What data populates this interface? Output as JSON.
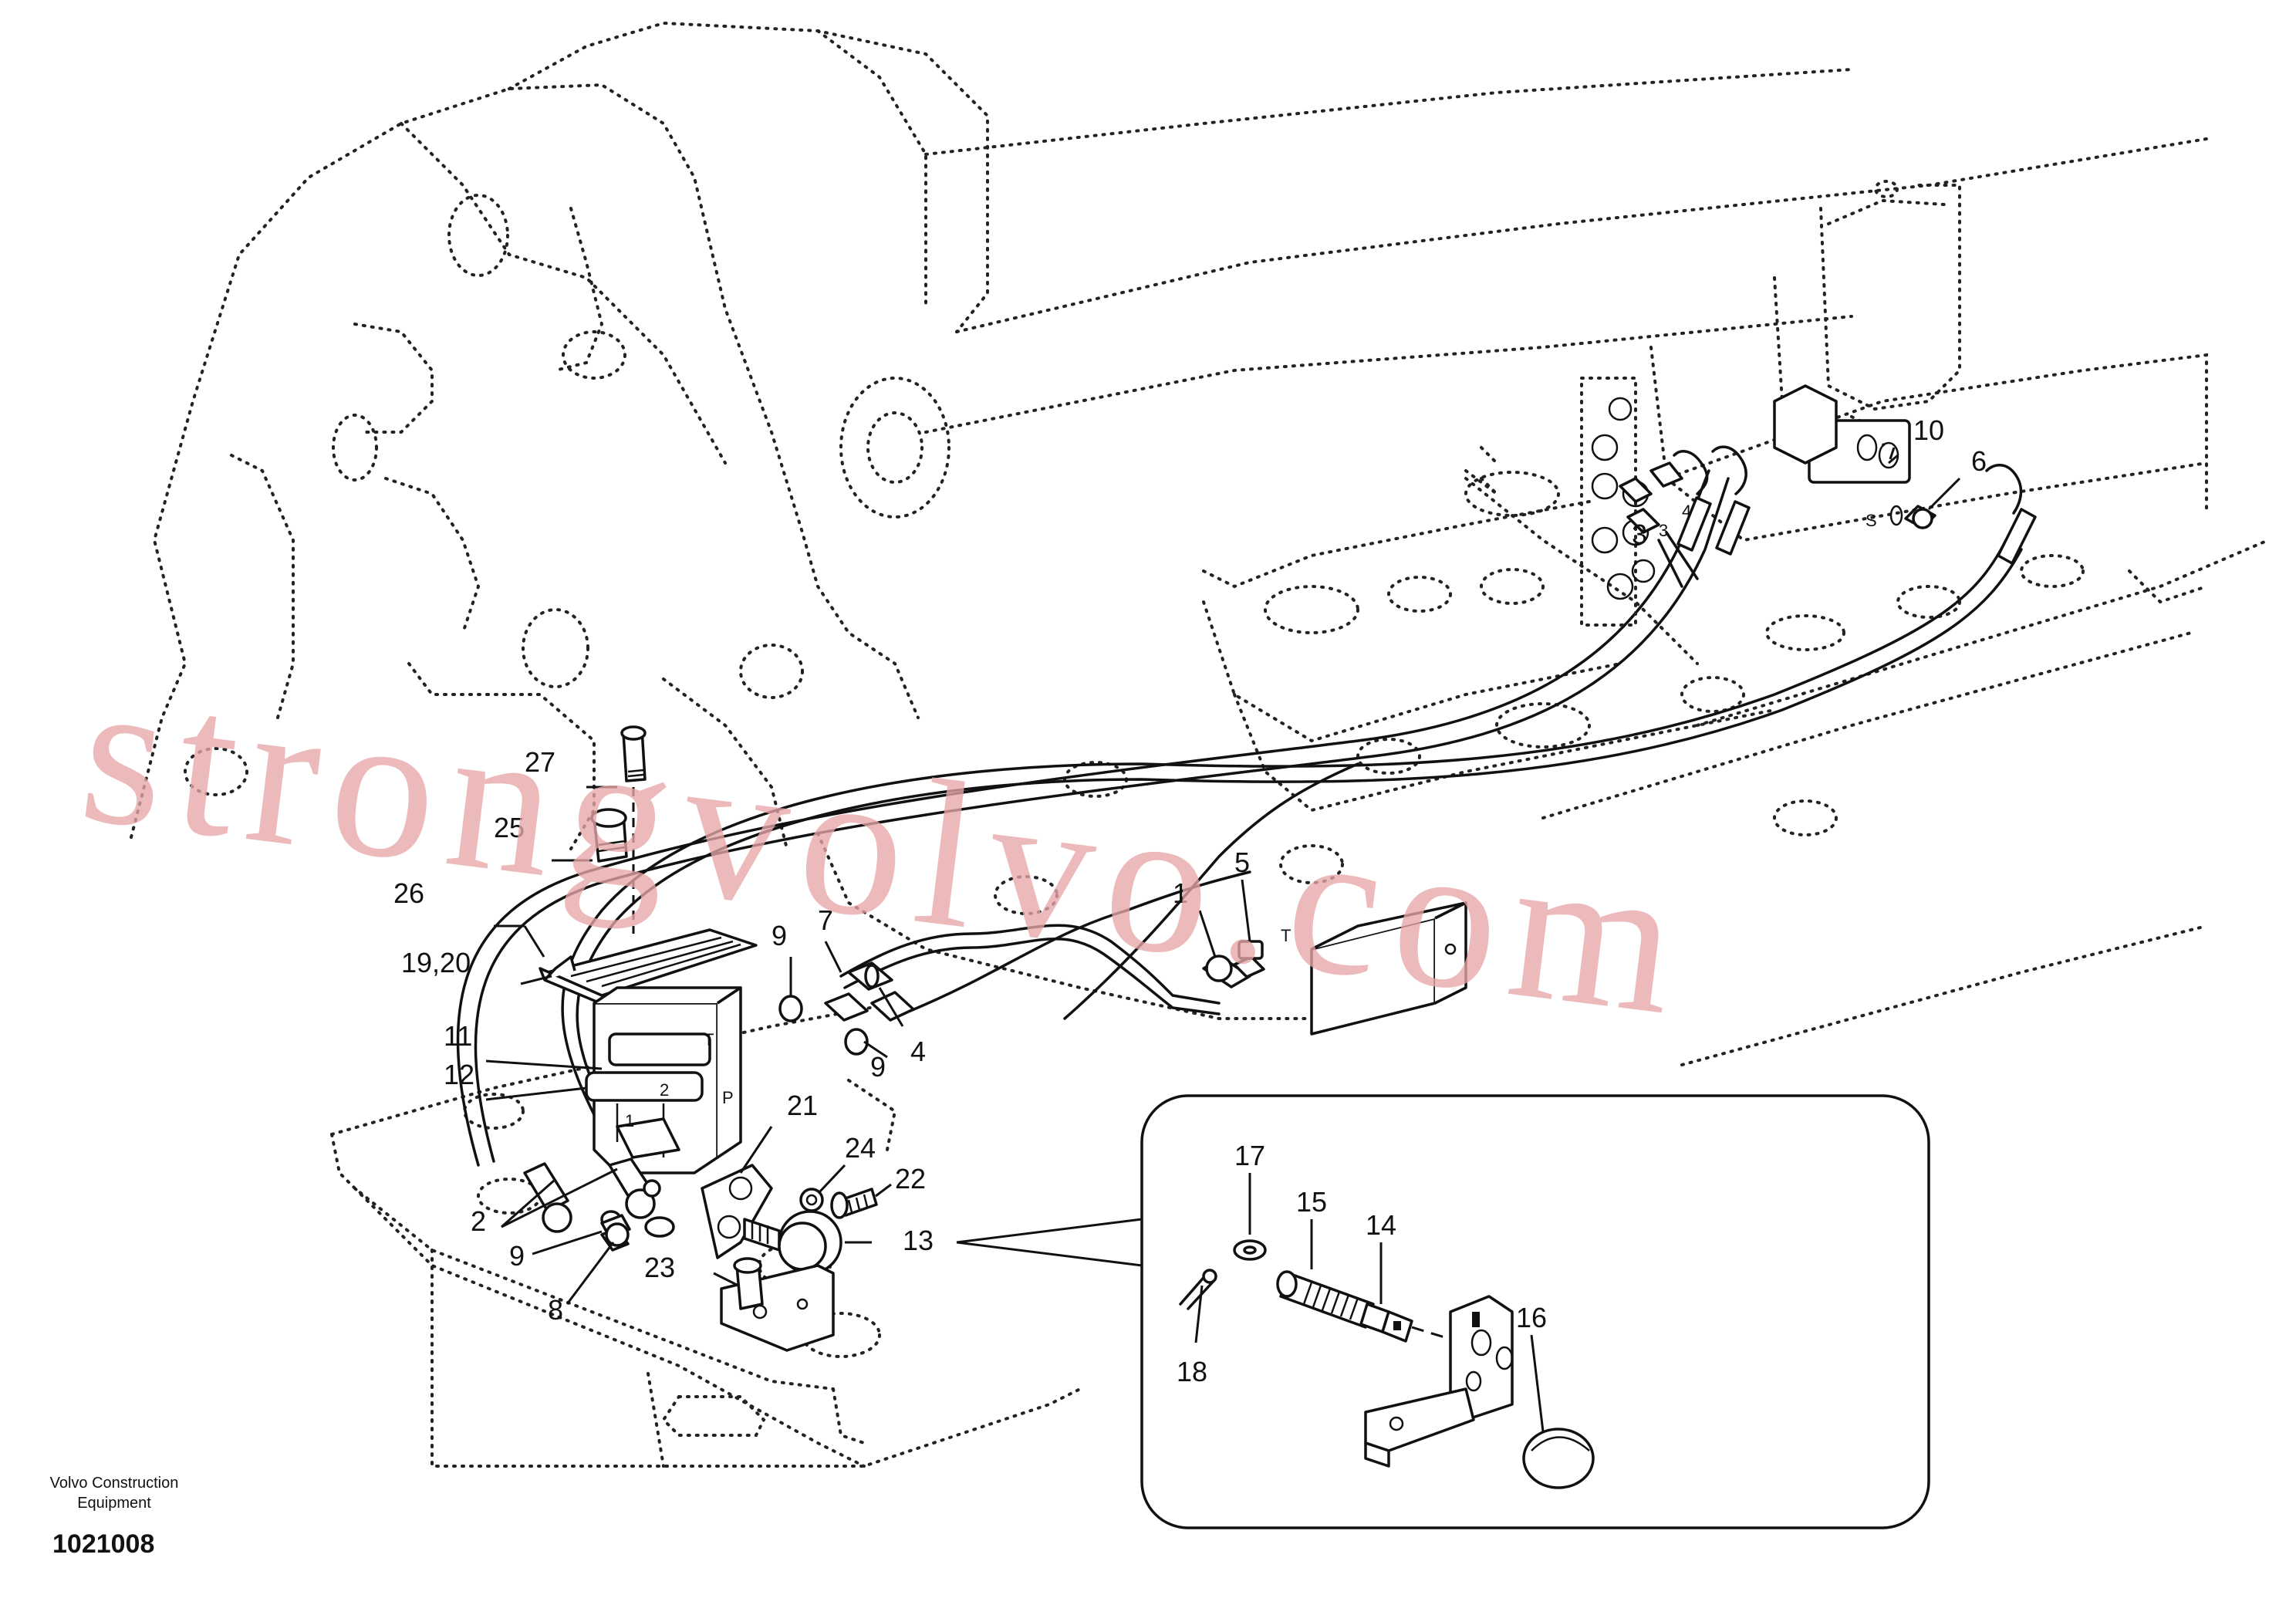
{
  "callouts": {
    "c1": "1",
    "c2": "2",
    "c3": "3",
    "c4": "4",
    "c4b": "4",
    "c5": "5",
    "c6": "6",
    "c7": "7",
    "c8": "8",
    "c9a": "9",
    "c9b": "9",
    "c9c": "9",
    "c10": "10",
    "c11": "11",
    "c12": "12",
    "c13": "13",
    "c14": "14",
    "c15": "15",
    "c16": "16",
    "c17": "17",
    "c18": "18",
    "c19_20": "19,20",
    "c21": "21",
    "c22": "22",
    "c23": "23",
    "c24": "24",
    "c25": "25",
    "c26": "26",
    "c27": "27"
  },
  "port_labels": {
    "t_valve": "T",
    "t_right": "T",
    "p": "P",
    "s": "S",
    "n1": "1",
    "n2": "2",
    "n3": "3",
    "n4": "4"
  },
  "footer": {
    "company_line1": "Volvo Construction",
    "company_line2": "Equipment",
    "drawing_number": "1021008"
  },
  "watermark": "strongvolvo.com",
  "colors": {
    "line": "#111111",
    "watermark": "#e8a6a8",
    "background": "#ffffff"
  }
}
